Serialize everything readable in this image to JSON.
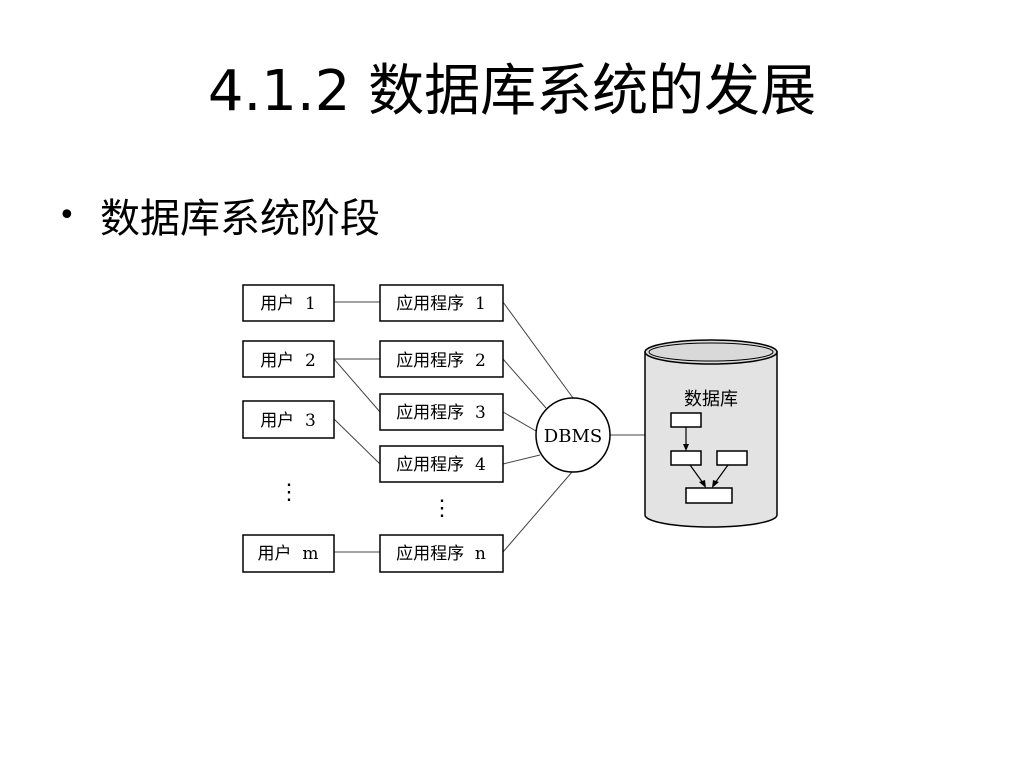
{
  "slide": {
    "title": "4.1.2 数据库系统的发展",
    "bullet": "数据库系统阶段",
    "bullet_symbol": "•"
  },
  "diagram": {
    "users": [
      "用户  1",
      "用户  2",
      "用户  3",
      "用户  m"
    ],
    "programs": [
      "应用程序  1",
      "应用程序  2",
      "应用程序  3",
      "应用程序  4",
      "应用程序  n"
    ],
    "ellipsis": "⋮",
    "dbms_label": "DBMS",
    "database_label": "数据库",
    "colors": {
      "stroke": "#000000",
      "connector": "#444444",
      "cylinder_fill": "#e3e3e3",
      "cylinder_top": "#d9d9d9"
    }
  }
}
